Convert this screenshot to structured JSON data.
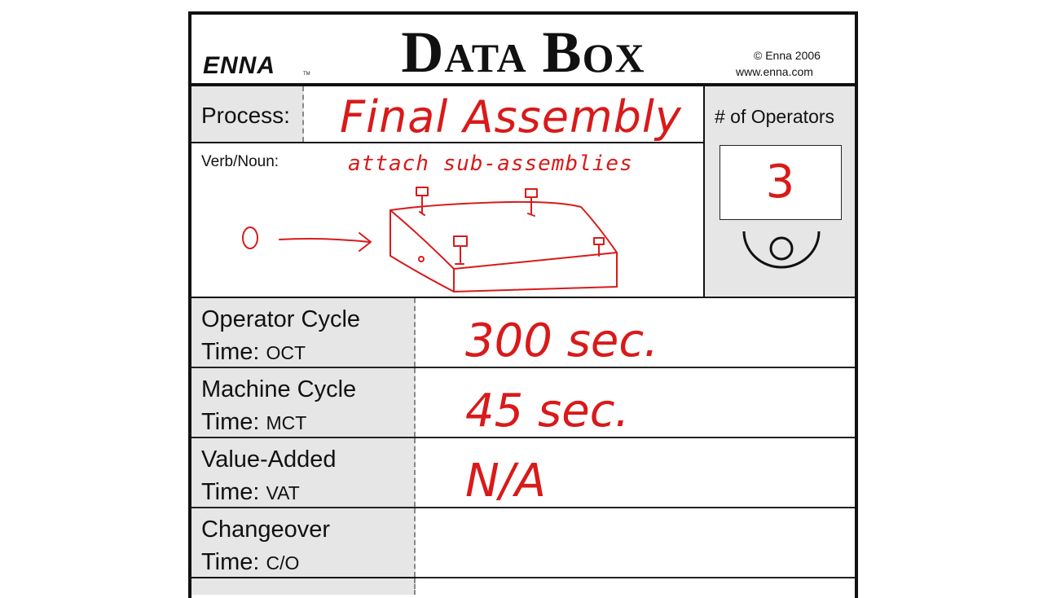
{
  "header": {
    "logo": "ENNA",
    "logo_tm": "TM",
    "title": "Data Box",
    "copyright": "©  Enna 2006",
    "website": "www.enna.com"
  },
  "process": {
    "label": "Process:",
    "value": "Final Assembly"
  },
  "verb_noun": {
    "label": "Verb/Noun:",
    "value": "attach sub-assemblies"
  },
  "operators": {
    "label": "# of Operators",
    "value": "3"
  },
  "metrics": [
    {
      "line1": "Operator Cycle",
      "line2": "Time:",
      "abbr": "OCT",
      "value": "300 sec."
    },
    {
      "line1": "Machine Cycle",
      "line2": "Time:",
      "abbr": "MCT",
      "value": "45 sec."
    },
    {
      "line1": "Value-Added",
      "line2": "Time:",
      "abbr": "VAT",
      "value": "N/A"
    },
    {
      "line1": "Changeover",
      "line2": "Time:",
      "abbr": "C/O",
      "value": ""
    }
  ],
  "colors": {
    "ink": "#d91a1a",
    "frame": "#111111",
    "label_fill": "#e6e6e6"
  }
}
